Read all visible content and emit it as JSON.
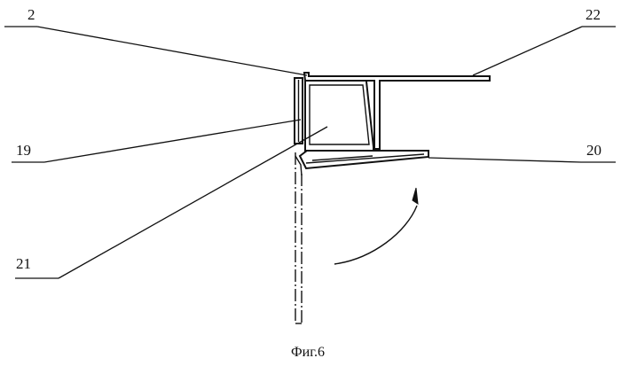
{
  "figure": {
    "caption": "Фиг.6",
    "labels": {
      "l2": "2",
      "l22": "22",
      "l19": "19",
      "l20": "20",
      "l21": "21"
    }
  }
}
